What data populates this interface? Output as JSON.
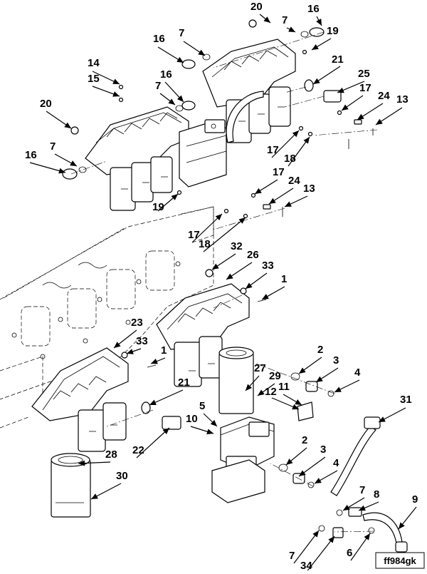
{
  "figure_id": "ff984gk",
  "callouts": [
    {
      "label": "20"
    },
    {
      "label": "16"
    },
    {
      "label": "7"
    },
    {
      "label": "7"
    },
    {
      "label": "19"
    },
    {
      "label": "16"
    },
    {
      "label": "7"
    },
    {
      "label": "21"
    },
    {
      "label": "14"
    },
    {
      "label": "15"
    },
    {
      "label": "16"
    },
    {
      "label": "7"
    },
    {
      "label": "25"
    },
    {
      "label": "17"
    },
    {
      "label": "24"
    },
    {
      "label": "13"
    },
    {
      "label": "20"
    },
    {
      "label": "17"
    },
    {
      "label": "18"
    },
    {
      "label": "16"
    },
    {
      "label": "7"
    },
    {
      "label": "17"
    },
    {
      "label": "24"
    },
    {
      "label": "13"
    },
    {
      "label": "19"
    },
    {
      "label": "17"
    },
    {
      "label": "18"
    },
    {
      "label": "32"
    },
    {
      "label": "26"
    },
    {
      "label": "33"
    },
    {
      "label": "1"
    },
    {
      "label": "23"
    },
    {
      "label": "33"
    },
    {
      "label": "1"
    },
    {
      "label": "2"
    },
    {
      "label": "3"
    },
    {
      "label": "4"
    },
    {
      "label": "27"
    },
    {
      "label": "29"
    },
    {
      "label": "11"
    },
    {
      "label": "12"
    },
    {
      "label": "21"
    },
    {
      "label": "31"
    },
    {
      "label": "5"
    },
    {
      "label": "10"
    },
    {
      "label": "22"
    },
    {
      "label": "28"
    },
    {
      "label": "2"
    },
    {
      "label": "3"
    },
    {
      "label": "4"
    },
    {
      "label": "30"
    },
    {
      "label": "7"
    },
    {
      "label": "8"
    },
    {
      "label": "9"
    },
    {
      "label": "7"
    },
    {
      "label": "6"
    },
    {
      "label": "34"
    }
  ]
}
